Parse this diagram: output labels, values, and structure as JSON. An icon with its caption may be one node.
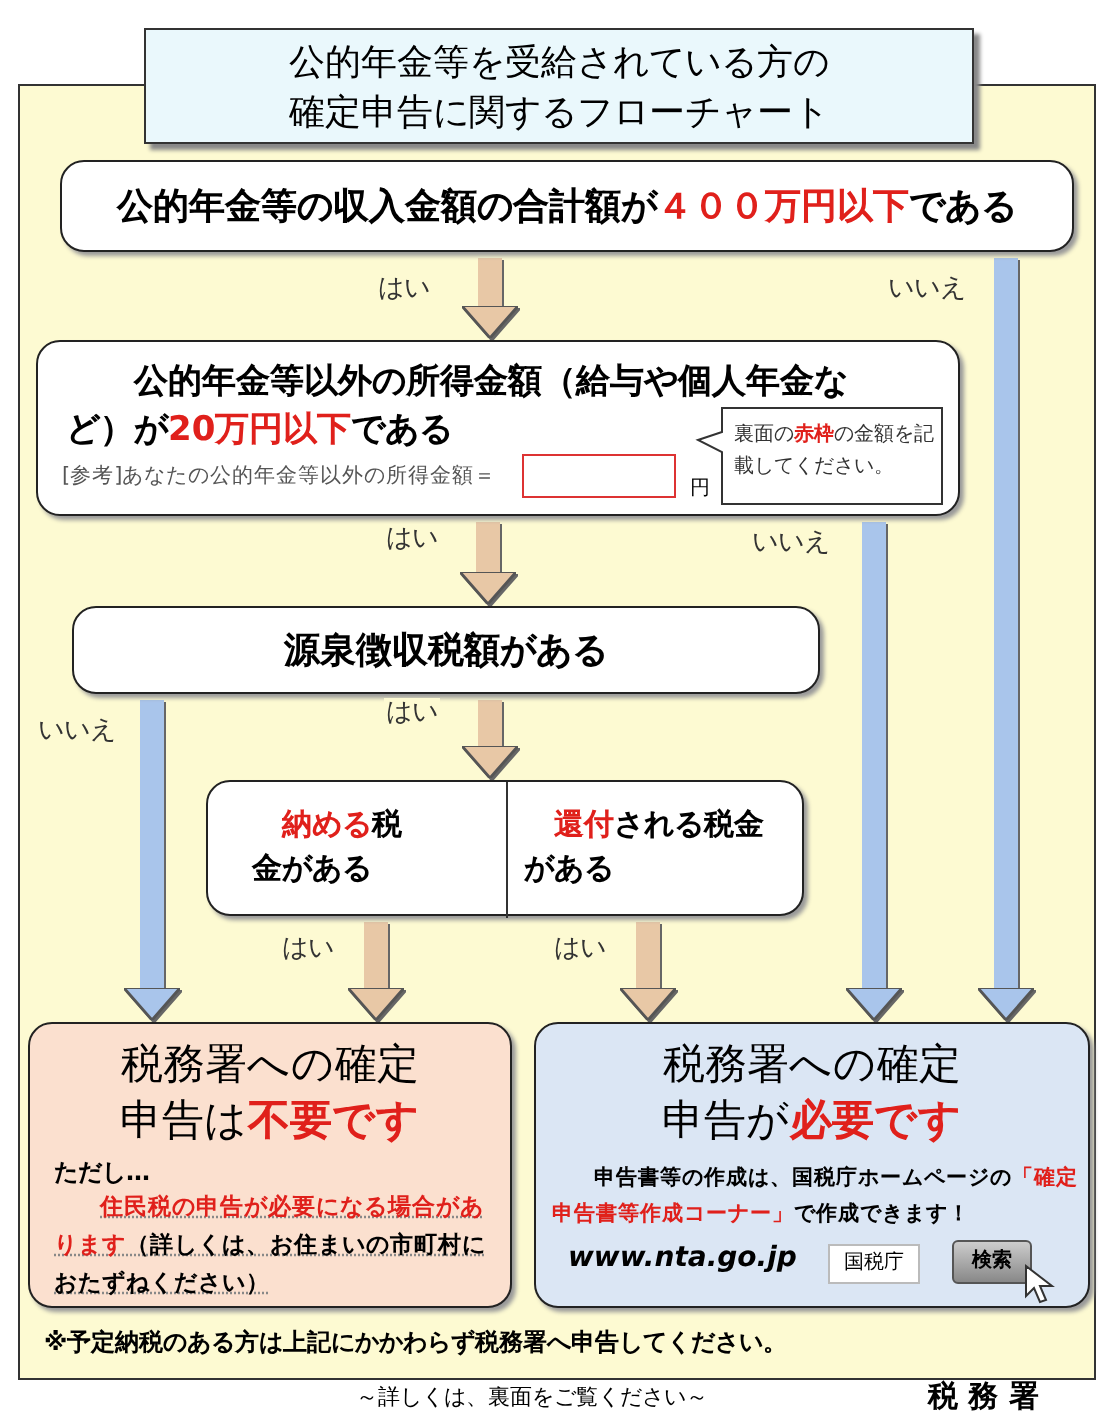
{
  "diagram": {
    "title": "公的年金等を受給されている方の確定申告に関するフローチャート",
    "nodes": [
      {
        "text": [
          "公的年金等の収入金額の合計額が**４００万円以下**である"
        ]
      },
      {
        "text": [
          "公的年金等以外の所得金額（給与や個人年金など）が**20万円以下**である",
          "[参考]あなたの公的年金等以外の所得金額＝",
          "円"
        ]
      },
      {
        "text": [
          "裏面の**赤枠**の金額を記載してください。"
        ],
        "in": 1
      },
      {
        "text": [
          "源泉徴収税額がある"
        ]
      },
      {
        "text": [],
        "shape": "box"
      },
      {
        "text": [
          "**納める**税金がある"
        ],
        "in": 4
      },
      {
        "text": [
          "**還付**される税金がある"
        ],
        "in": 4
      },
      {
        "text": [
          "税務署への確定申告は**不要です**",
          "ただし…",
          "**住民税の申告が必要になる場合があります**（詳しくは、お住まいの市町村におたずねください）"
        ]
      },
      {
        "text": [
          "税務署への確定申告が**必要です**",
          "申告書等の作成は、国税庁ホームページの**「確定申告書等作成コーナー」**で作成できます！",
          "www.nta.go.jp",
          "国税庁",
          "検索"
        ]
      }
    ],
    "edges": [
      {
        "from": 0,
        "to": 1,
        "arrow": "to",
        "label": "はい"
      },
      {
        "from": 0,
        "to": 8,
        "arrow": "to",
        "label": "いいえ",
        "color": "#a9c5eb"
      },
      {
        "from": 1,
        "to": 3,
        "arrow": "to",
        "label": "はい"
      },
      {
        "from": 1,
        "to": 8,
        "arrow": "to",
        "label": "いいえ",
        "color": "#a9c5eb"
      },
      {
        "from": 3,
        "to": 4,
        "arrow": "to",
        "label": "はい"
      },
      {
        "from": 3,
        "to": 7,
        "arrow": "to",
        "label": "いいえ",
        "color": "#a9c5eb"
      },
      {
        "from": 5,
        "to": 7,
        "arrow": "to",
        "label": "はい"
      },
      {
        "from": 6,
        "to": 8,
        "arrow": "to",
        "label": "はい"
      }
    ],
    "labels": [
      "※予定納税のある方は上記にかかわらず税務署へ申告してください。",
      "～詳しくは、裏面をご覧ください～",
      "税 務 署"
    ]
  }
}
